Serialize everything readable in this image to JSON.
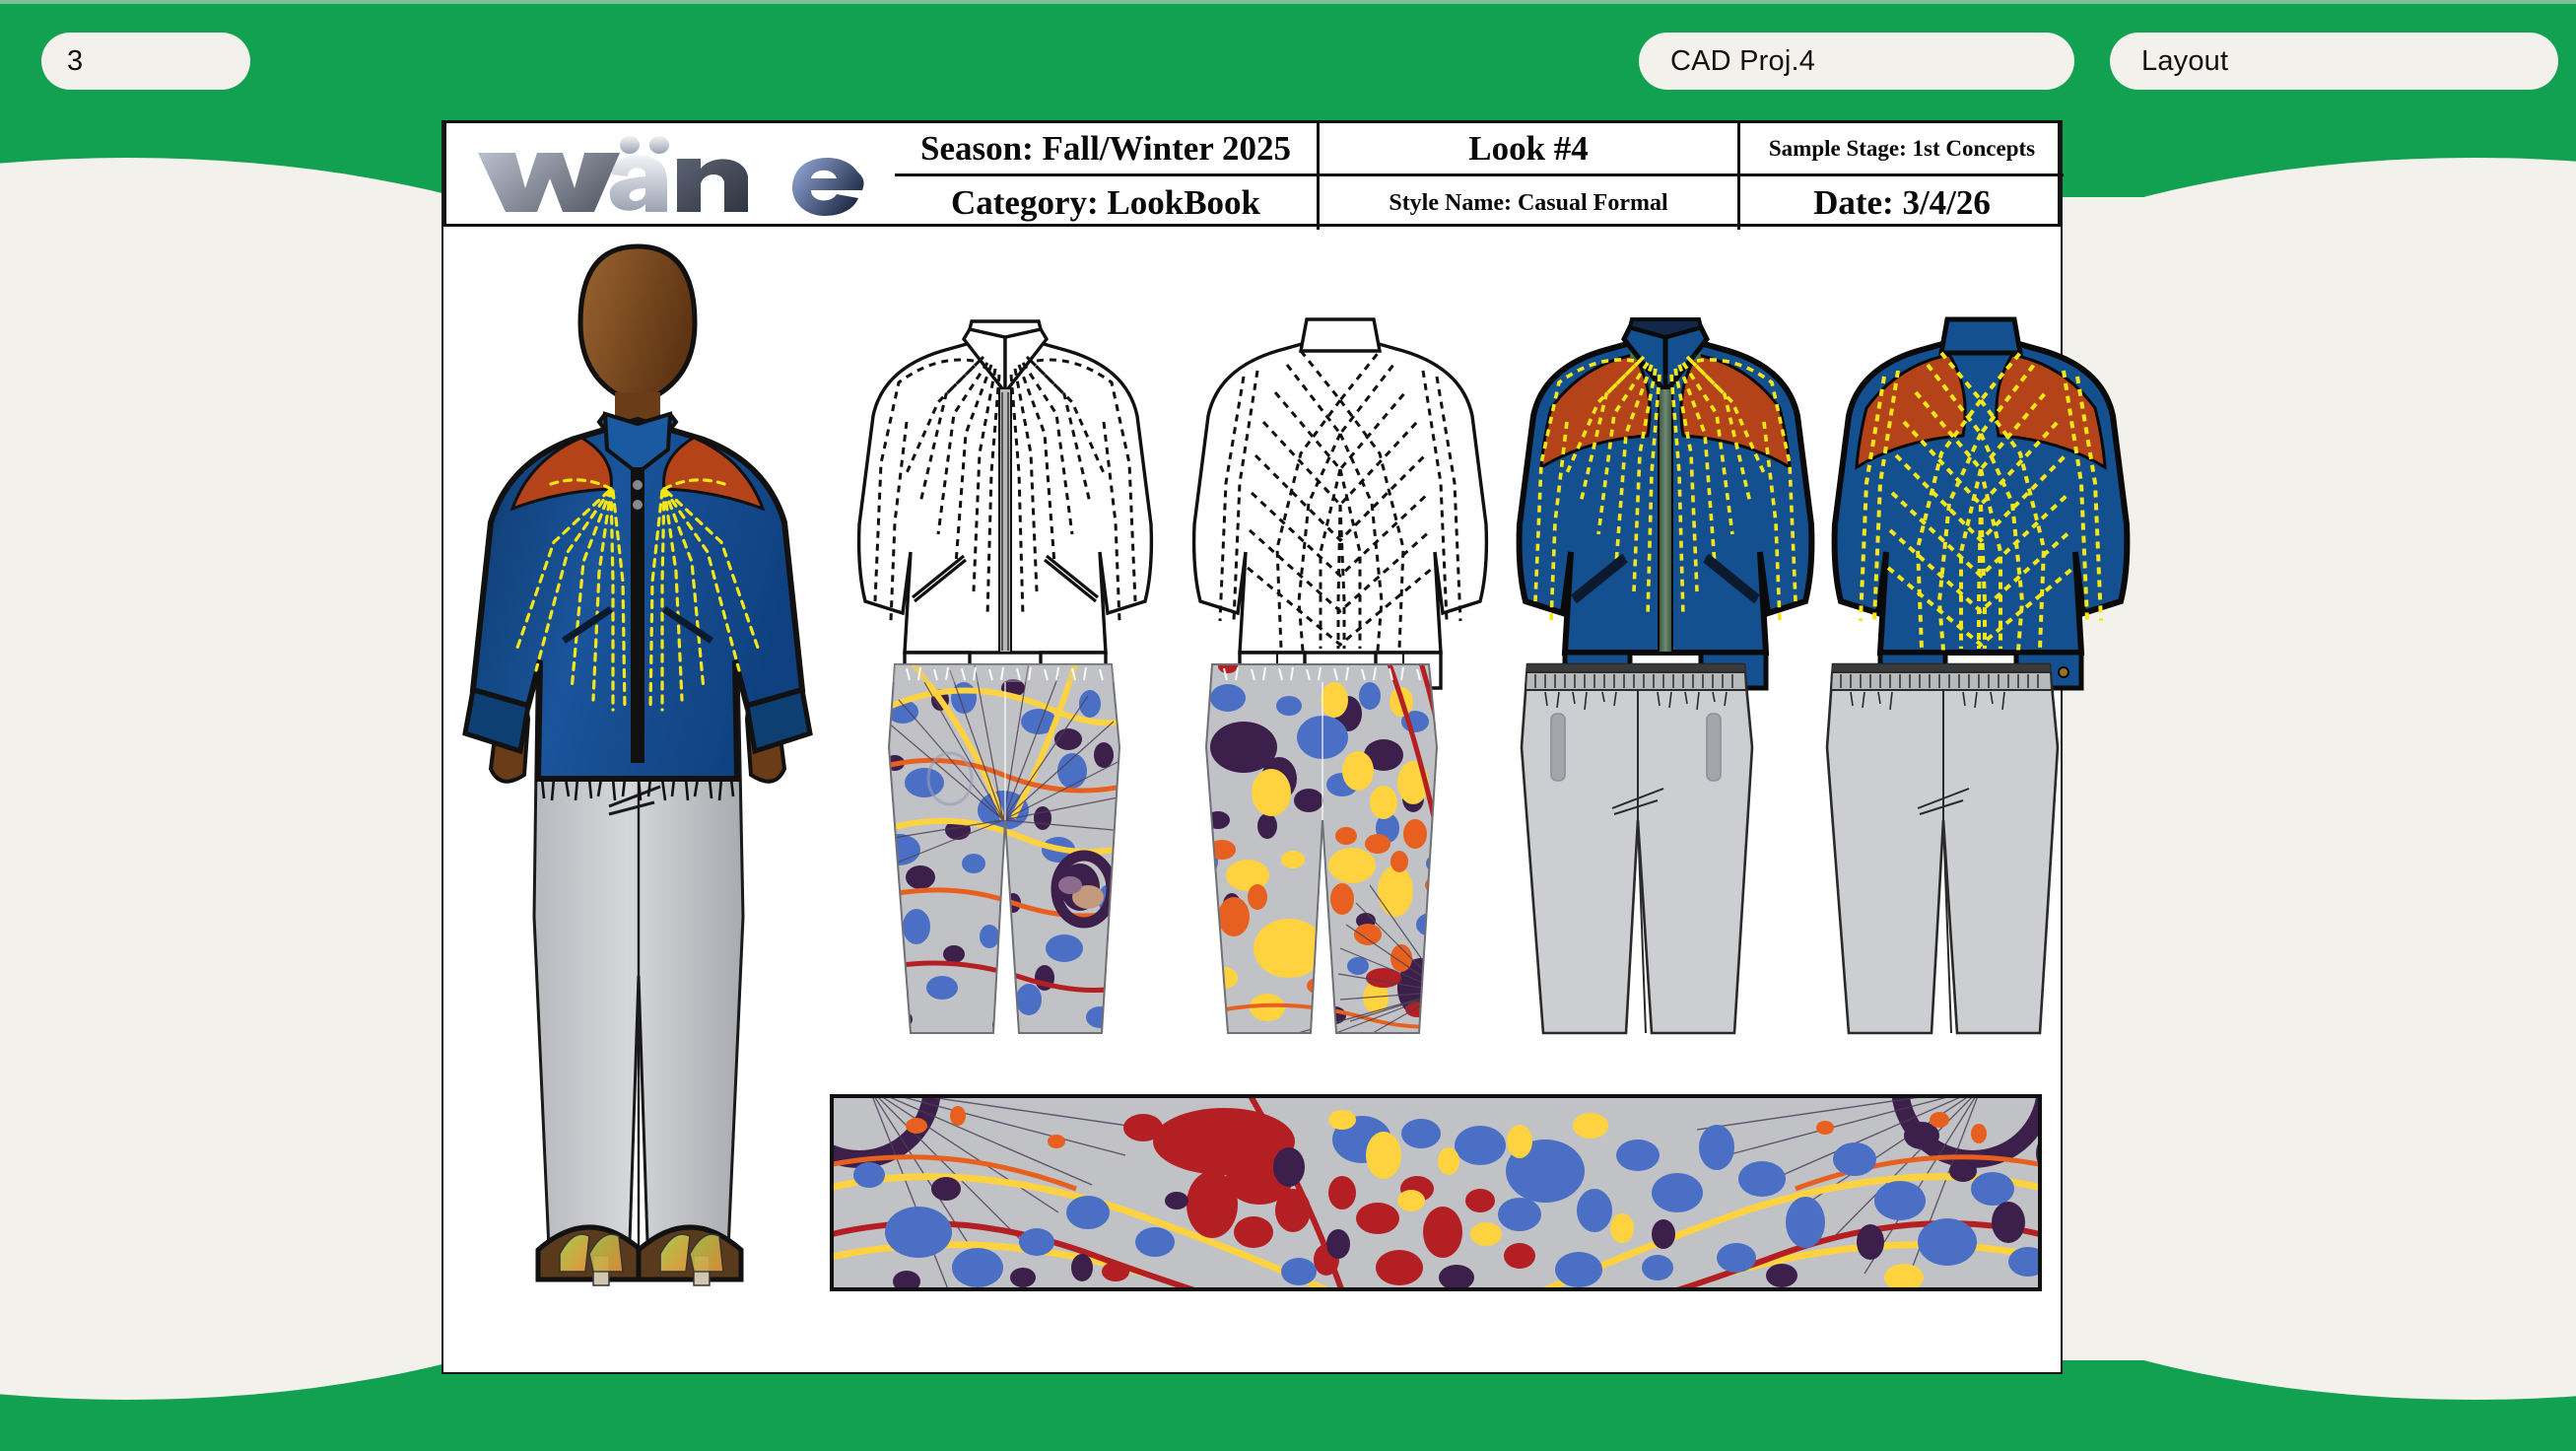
{
  "topbar": {
    "page_number": "3",
    "project_label": "CAD Proj.4",
    "layout_label": "Layout"
  },
  "colors": {
    "background_green": "#12a150",
    "decor_cream": "#f2f1ec",
    "pill_bg": "#f2f1ec",
    "sheet_white": "#ffffff",
    "rule_black": "#111111",
    "jacket_blue": "#14508f",
    "jacket_blue_dark": "#0d3f73",
    "shoulder_rust": "#b4431a",
    "stitch_yellow": "#f5e617",
    "collar_green_inner": "#4a7158",
    "pant_grey": "#c9cace",
    "pant_grey_dark": "#a9abaf",
    "skin_brown": "#7a4a1d",
    "print_ground": "#c0c2c6",
    "print_blue": "#4a6fc4",
    "print_purple": "#3c1f4a",
    "print_red": "#b31f22",
    "print_orange": "#e8601f",
    "print_yellow": "#ffd23f",
    "logo_grey": "#8c939e",
    "logo_blue": "#6d86c4"
  },
  "header_table": {
    "logo_alt": "wane-brand-logo",
    "logo_text": "wäne",
    "cells": [
      {
        "key": "season",
        "label": "Season: Fall/Winter 2025"
      },
      {
        "key": "look",
        "label": "Look #4"
      },
      {
        "key": "sample_stage",
        "label": "Sample Stage: 1st Concepts"
      },
      {
        "key": "category",
        "label": "Category: LookBook"
      },
      {
        "key": "style_name",
        "label": "Style Name: Casual Formal"
      },
      {
        "key": "date",
        "label": "Date: 3/4/26"
      }
    ]
  },
  "artboard": {
    "figures": [
      {
        "key": "mannequin",
        "name": "mannequin-full-look",
        "caption": "Styled mannequin wearing blue rust-shoulder jacket and grey wide-leg pants"
      },
      {
        "key": "jacket_flat_front",
        "name": "jacket-flat-front",
        "caption": "Jacket technical flat, front, line art"
      },
      {
        "key": "jacket_flat_back",
        "name": "jacket-flat-back",
        "caption": "Jacket technical flat, back, line art"
      },
      {
        "key": "jacket_color_front",
        "name": "jacket-colorway-front",
        "caption": "Jacket colorway, front"
      },
      {
        "key": "jacket_color_back",
        "name": "jacket-colorway-back",
        "caption": "Jacket colorway, back"
      },
      {
        "key": "pant_print_front",
        "name": "pant-print-front",
        "caption": "Pant in splatter print, front"
      },
      {
        "key": "pant_print_back",
        "name": "pant-print-back",
        "caption": "Pant in splatter print, back"
      },
      {
        "key": "pant_grey_front",
        "name": "pant-greyscale-front",
        "caption": "Pant flat in grey, front"
      },
      {
        "key": "pant_grey_back",
        "name": "pant-greyscale-back",
        "caption": "Pant flat in grey, back"
      },
      {
        "key": "swatch_strip",
        "name": "fabric-swatch-strip",
        "caption": "Splatter print fabric swatch strip"
      }
    ]
  }
}
